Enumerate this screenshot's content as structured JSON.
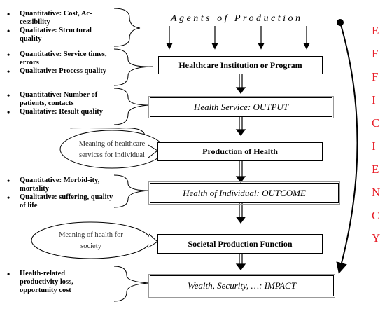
{
  "agents": "Agents of Production",
  "boxes": {
    "institution": "Healthcare Institution or Program",
    "output": "Health Service: OUTPUT",
    "production": "Production of Health",
    "outcome": "Health of Individual: OUTCOME",
    "societal": "Societal Production Function",
    "impact": "Wealth, Security, …: IMPACT"
  },
  "bullets": {
    "group1": [
      "Quantitative: Cost, Ac-cessibility",
      "Qualitative: Structural quality"
    ],
    "group2": [
      "Quantitative: Service times, errors",
      "Qualitative: Process quality"
    ],
    "group3": [
      "Quantitative: Number of patients, contacts",
      "Qualitative: Result quality"
    ],
    "group4": [
      "Quantitative: Morbid-ity, mortality",
      "Qualitative: suffering, quality of life"
    ],
    "group5": [
      "Health-related productivity loss, opportunity cost"
    ]
  },
  "ellipses": {
    "healthcare_meaning": "Meaning of healthcare services for individual",
    "health_meaning": "Meaning of health for society"
  },
  "efficiency_letters": [
    "E",
    "F",
    "F",
    "I",
    "C",
    "I",
    "E",
    "N",
    "C",
    "Y"
  ],
  "colors": {
    "efficiency": "#e8202a"
  }
}
